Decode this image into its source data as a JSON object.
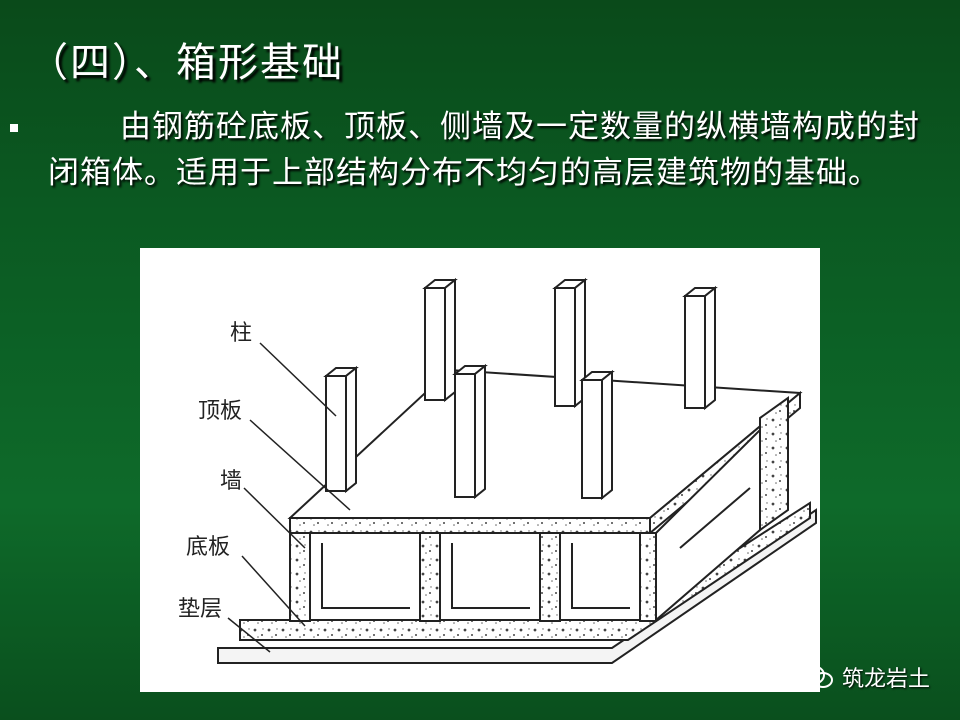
{
  "slide": {
    "title": "（四）、箱形基础",
    "bullet_text": "由钢筋砼底板、顶板、侧墙及一定数量的纵横墙构成的封闭箱体。适用于上部结构分布不均匀的高层建筑物的基础。"
  },
  "diagram": {
    "labels": {
      "column": "柱",
      "top_slab": "顶板",
      "wall": "墙",
      "bottom_slab": "底板",
      "cushion": "垫层"
    }
  },
  "watermark": {
    "text": "筑龙岩土",
    "icon": "wechat-icon"
  }
}
